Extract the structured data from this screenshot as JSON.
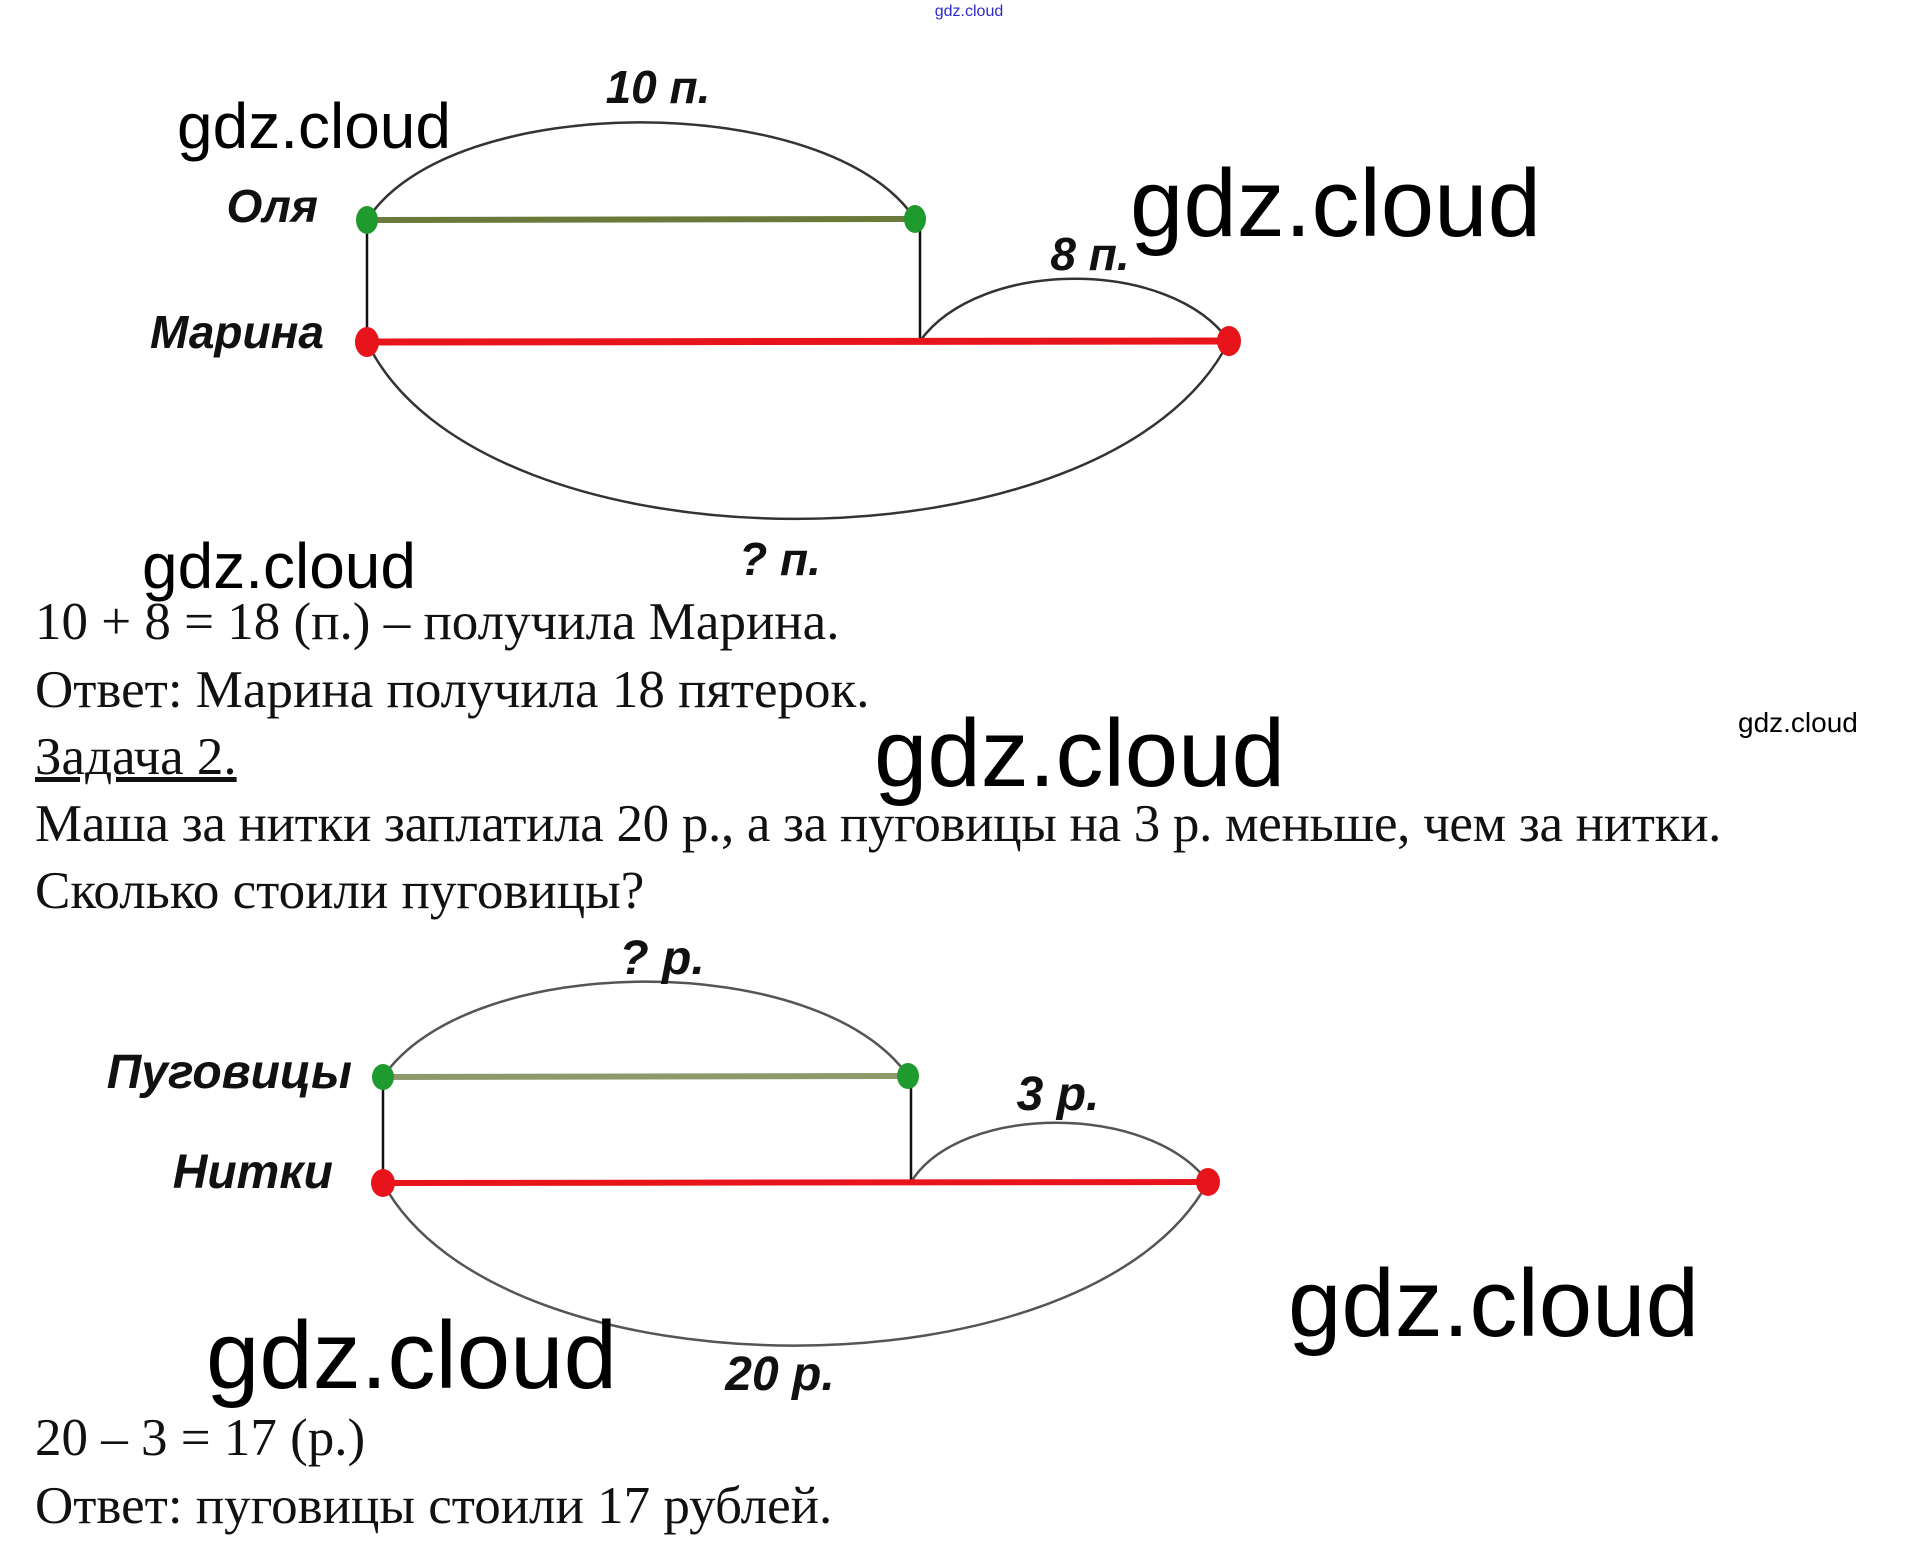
{
  "watermark": "gdz.cloud",
  "watermark_top": "gdz.cloud",
  "task1": {
    "diagram": {
      "row1_label": "Оля",
      "row2_label": "Марина",
      "top_arc_label": "10 п.",
      "diff_arc_label": "8 п.",
      "bottom_arc_label": "? п."
    },
    "solution": "10 + 8 = 18 (п.) – получила Марина.",
    "answer": "Ответ: Марина получила 18 пятерок."
  },
  "task2": {
    "title": "Задача 2.",
    "condition_line1": "Маша за нитки заплатила 20 р., а за пуговицы на 3 р. меньше, чем за нитки.",
    "condition_line2": "Сколько стоили пуговицы?",
    "diagram": {
      "row1_label": "Пуговицы",
      "row2_label": "Нитки",
      "top_arc_label": "? р.",
      "diff_arc_label": "3 р.",
      "bottom_arc_label": "20 р."
    },
    "solution": "20 – 3 = 17 (р.)",
    "answer": "Ответ: пуговицы стоили 17 рублей."
  },
  "colors": {
    "green": "#1e9a2e",
    "red": "#e8141c",
    "green_line": "#6b7a3a",
    "watermark_blue": "#2a2ad0"
  }
}
